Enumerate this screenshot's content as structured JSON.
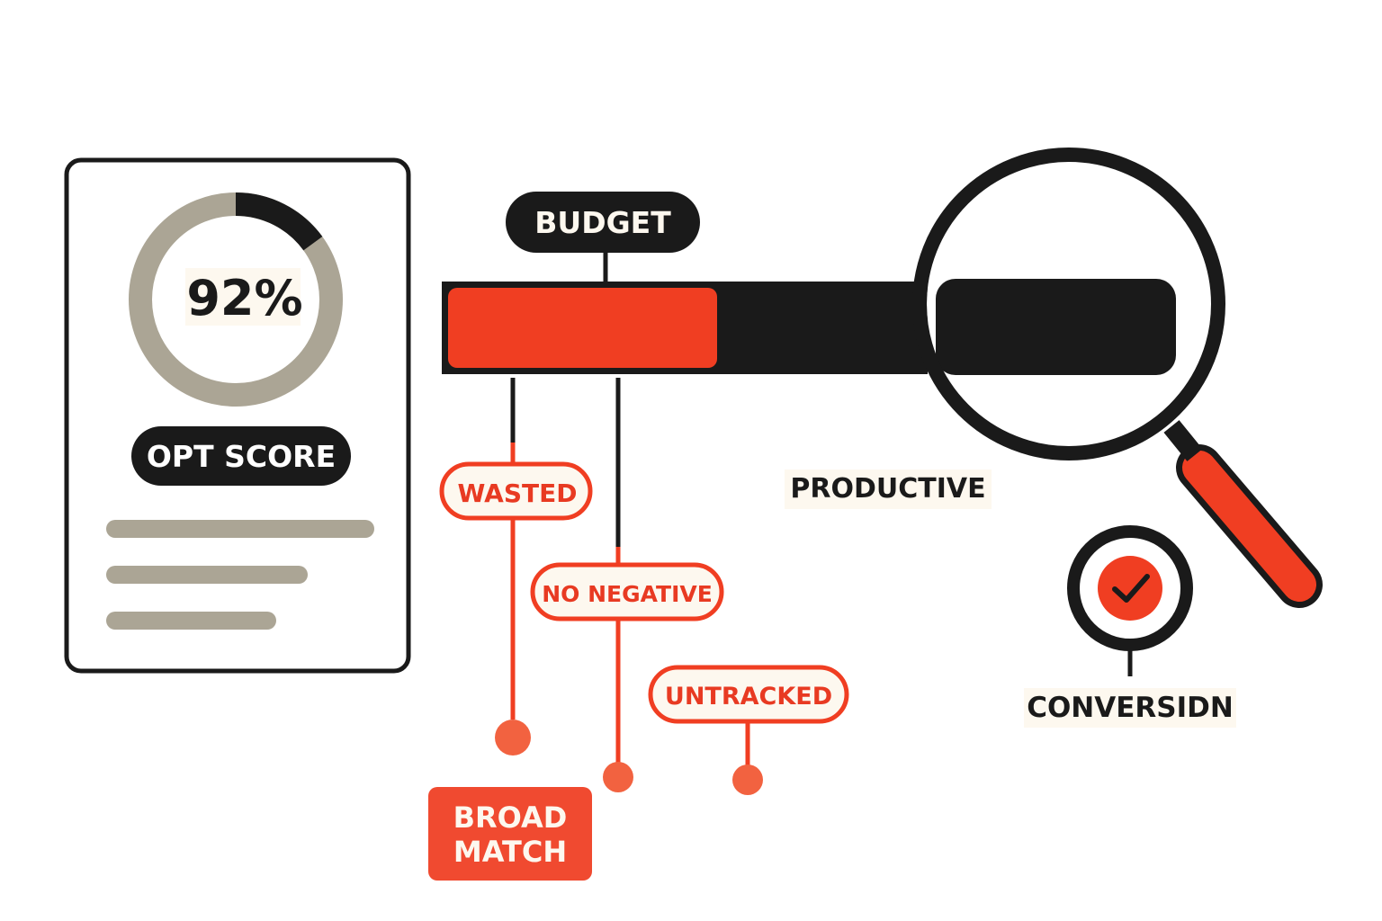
{
  "colors": {
    "ink": "#1a1a1a",
    "accent": "#f03e22",
    "muted": "#aba595",
    "cream": "#fdf8ef",
    "paper": "#ffffff"
  },
  "score_card": {
    "score_label": "92%",
    "score_fraction": 0.15,
    "badge_label": "OPT SCORE",
    "placeholder_lines": 3
  },
  "budget_bar": {
    "label": "BUDGET",
    "wasted_fraction": 0.4
  },
  "issues": {
    "wasted": "WASTED",
    "no_negative": "NO NEGATIVE",
    "untracked": "UNTRACKED",
    "broad_match_line1": "BROAD",
    "broad_match_line2": "MATCH"
  },
  "productive_label": "PRODUCTIVE",
  "conversion": {
    "icon": "check-circle-icon",
    "label": "CONVERSIDN"
  },
  "magnifier": {
    "icon": "magnifying-glass-icon"
  }
}
